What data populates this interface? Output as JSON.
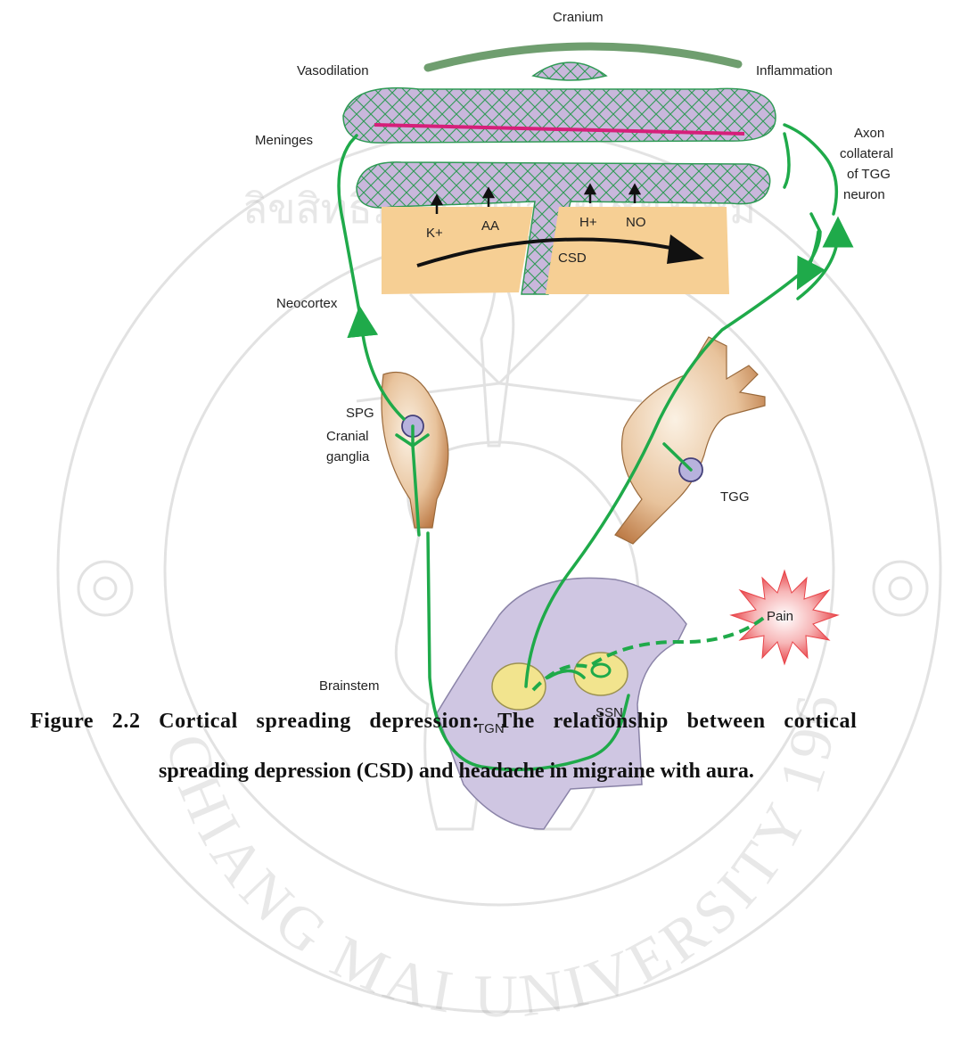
{
  "diagram": {
    "labels": {
      "cranium": "Cranium",
      "vasodilation": "Vasodilation",
      "inflammation": "Inflammation",
      "meninges": "Meninges",
      "axon_line1": "Axon",
      "axon_line2": "collateral",
      "axon_line3": "of TGG",
      "axon_line4": "neuron",
      "k_plus": "K+",
      "aa": "AA",
      "h_plus": "H+",
      "no": "NO",
      "csd": "CSD",
      "neocortex": "Neocortex",
      "spg": "SPG",
      "cranial_line1": "Cranial",
      "cranial_line2": "ganglia",
      "tgg": "TGG",
      "pain": "Pain",
      "brainstem": "Brainstem",
      "tgn": "TGN",
      "ssn": "SSN"
    },
    "watermark": {
      "text_top": "CHIANG MAI UNIVERSITY 1964",
      "thai": "ลิขสิทธิ์มหาวิทยาลัยเชียงใหม่"
    },
    "colors": {
      "nerve": "#1faa4a",
      "vessel": "#c7b3d9",
      "cortex": "#f6cf94",
      "meninges_line": "#d61f7a",
      "cranium": "#6f9e6f",
      "ganglion": "#c98b57",
      "brainstem": "#cfc6e2",
      "nucleus": "#f2e48e",
      "pain": "#e8454a"
    }
  },
  "caption": {
    "line1": "Figure 2.2  Cortical spreading depression: The relationship between cortical",
    "line2": "spreading depression (CSD) and headache in migraine with aura."
  }
}
